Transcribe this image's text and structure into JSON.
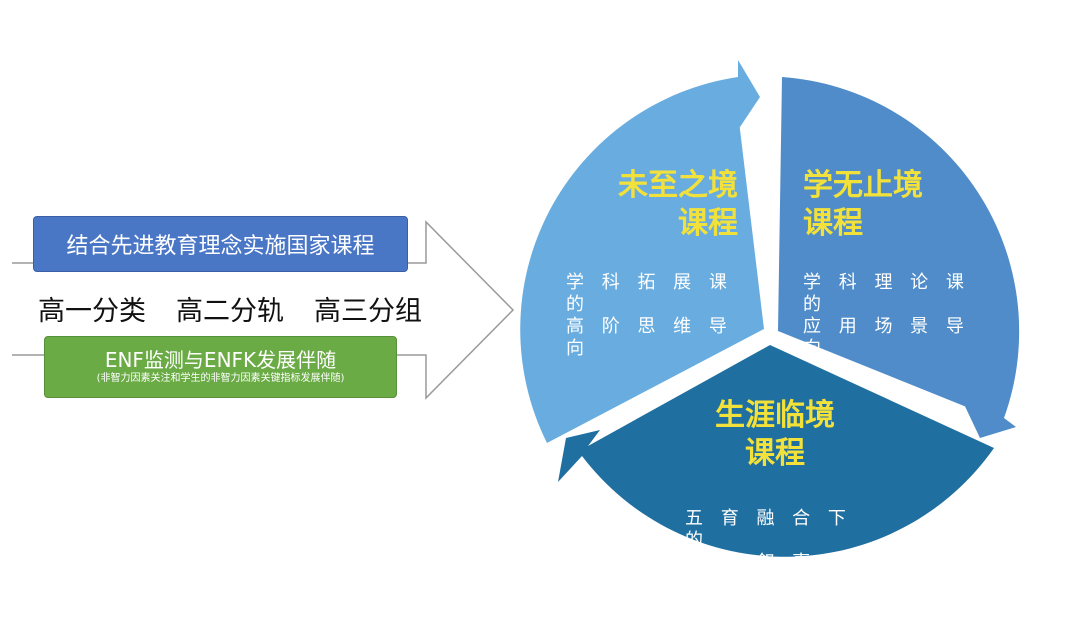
{
  "left_panel": {
    "blue_box": "结合先进教育理念实施国家课程",
    "tracks": [
      "高一分类",
      "高二分轨",
      "高三分组"
    ],
    "green_box_main": "ENF监测与ENFK发展伴随",
    "green_box_sub": "(非智力因素关注和学生的非智力因素关键指标发展伴随)"
  },
  "cycle": {
    "segments": [
      {
        "title_line1": "未至之境",
        "title_line2": "课程",
        "desc_line1": "学 科 拓 展 课 的",
        "desc_line2": "高 阶 思 维 导 向",
        "color": "#69ade0"
      },
      {
        "title_line1": "学无止境",
        "title_line2": "课程",
        "desc_line1": "学 科 理 论 课 的",
        "desc_line2": "应 用 场 景 导 向",
        "color": "#4f8cc9"
      },
      {
        "title_line1": "生涯临境",
        "title_line2": "课程",
        "desc_line1": "五 育 融 合 下 的",
        "desc_line2": "生 涯 叙 事 导 向",
        "color": "#1f6fa0"
      }
    ]
  },
  "colors": {
    "blue_box": "#4a76c6",
    "green_box": "#6aab45",
    "title_yellow": "#f2e13a"
  }
}
